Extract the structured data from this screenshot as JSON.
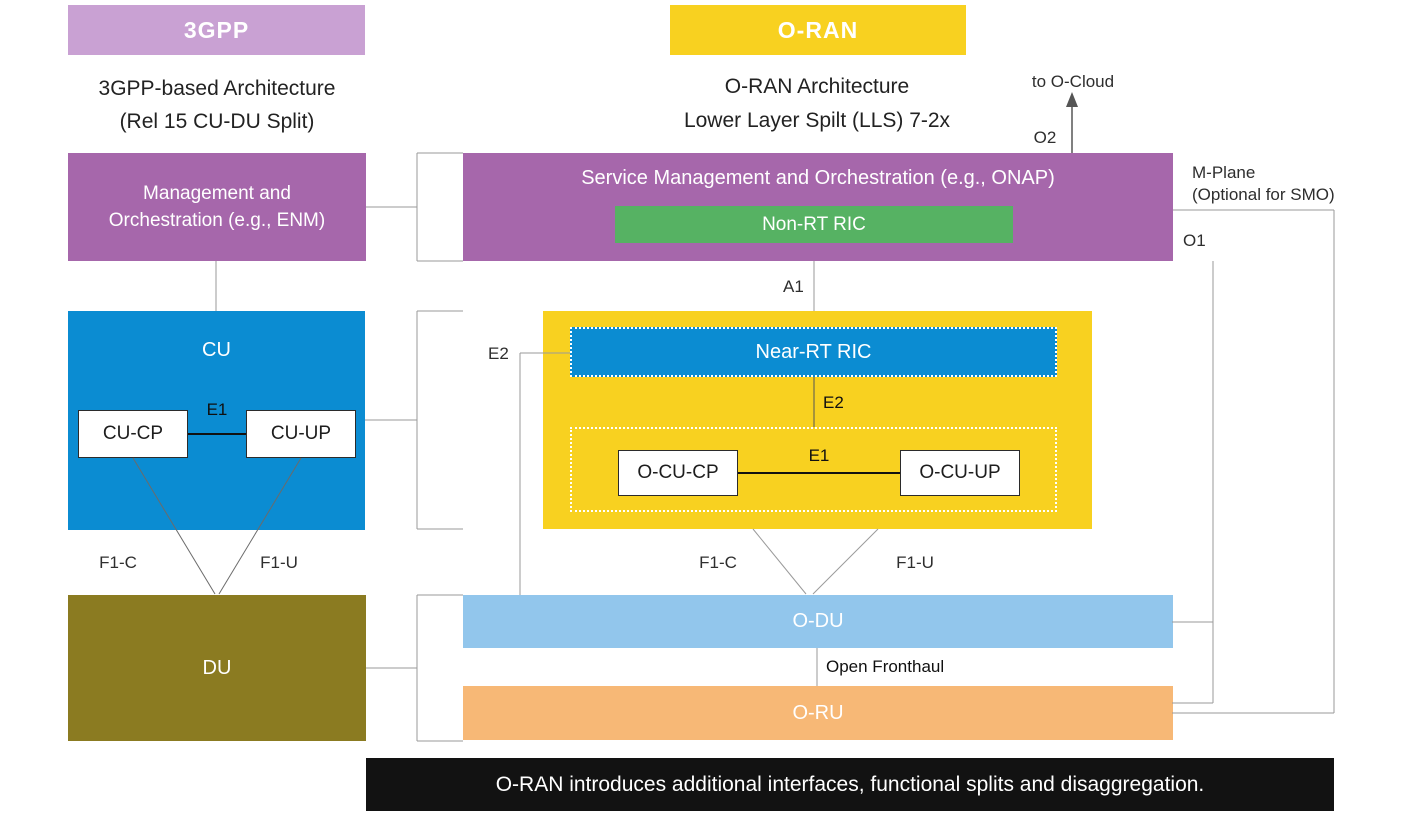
{
  "colors": {
    "purple_light": "#c9a1d3",
    "purple": "#a667ab",
    "blue": "#0b8cd2",
    "olive": "#8b7b21",
    "yellow": "#f8d120",
    "green": "#56b263",
    "light_blue": "#92c6ec",
    "orange": "#f7b876",
    "banner": "#121212",
    "line_gray": "#9a9a9a"
  },
  "left_panel": {
    "header": "3GPP",
    "title_line1": "3GPP-based Architecture",
    "title_line2": "(Rel 15 CU-DU Split)",
    "mgmt_line1": "Management and",
    "mgmt_line2": "Orchestration (e.g., ENM)",
    "cu": "CU",
    "cu_cp": "CU-CP",
    "cu_up": "CU-UP",
    "e1": "E1",
    "f1c": "F1-C",
    "f1u": "F1-U",
    "du": "DU"
  },
  "right_panel": {
    "header": "O-RAN",
    "title_line1": "O-RAN Architecture",
    "title_line2": "Lower Layer Spilt (LLS) 7-2x",
    "to_ocloud": "to O-Cloud",
    "o2": "O2",
    "smo_title": "Service Management and Orchestration (e.g., ONAP)",
    "non_rt_ric": "Non-RT RIC",
    "a1": "A1",
    "near_rt_ric": "Near-RT RIC",
    "e2_inner": "E2",
    "e2_left": "E2",
    "o_cu_cp": "O-CU-CP",
    "o_cu_up": "O-CU-UP",
    "e1": "E1",
    "f1c": "F1-C",
    "f1u": "F1-U",
    "o_du": "O-DU",
    "open_fronthaul": "Open Fronthaul",
    "o_ru": "O-RU",
    "o1": "O1",
    "mplane_line1": "M-Plane",
    "mplane_line2": "(Optional for SMO)"
  },
  "banner": {
    "text": "O-RAN introduces additional interfaces, functional splits and disaggregation."
  }
}
